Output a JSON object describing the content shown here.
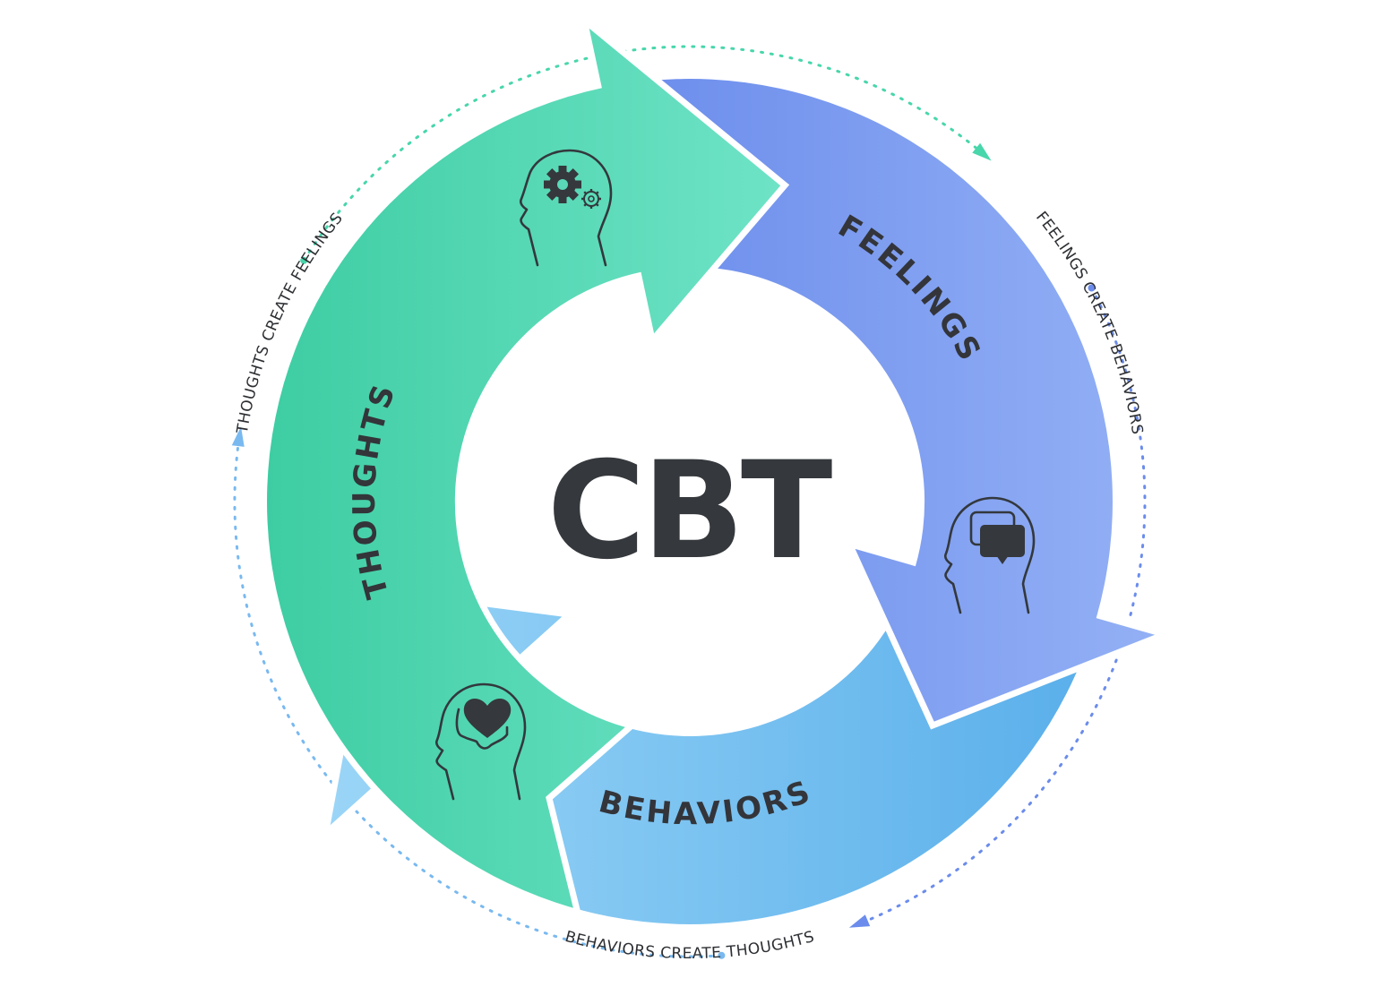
{
  "diagram": {
    "title": "CBT",
    "segments": [
      {
        "id": "thoughts",
        "label": "THOUGHTS",
        "icon": "head-gears-icon",
        "color_start": "#3ecda3",
        "color_end": "#6ee3c6"
      },
      {
        "id": "feelings",
        "label": "FEELINGS",
        "icon": "head-speech-bubbles-icon",
        "color_start": "#5b7fe9",
        "color_end": "#8fadf5"
      },
      {
        "id": "behaviors",
        "label": "BEHAVIORS",
        "icon": "head-heart-icon",
        "color_start": "#95d2f6",
        "color_end": "#5ab0ec"
      }
    ],
    "connectors": [
      {
        "label": "THOUGHTS CREATE FEELINGS",
        "color": "#48d6ab"
      },
      {
        "label": "FEELINGS CREATE BEHAVIORS",
        "color": "#6b8cec"
      },
      {
        "label": "BEHAVIORS CREATE  THOUGHTS",
        "color": "#79b9f0"
      }
    ],
    "text_color": "#35383c"
  }
}
